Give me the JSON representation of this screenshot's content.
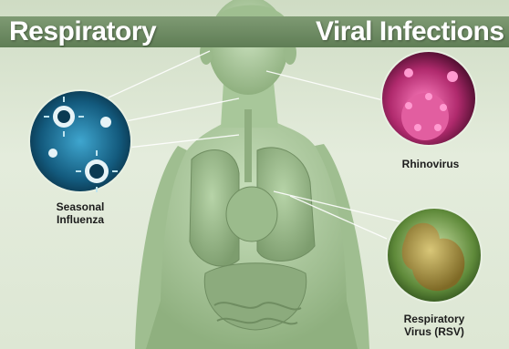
{
  "title": {
    "left": "Respiratory",
    "right": "Viral Infections"
  },
  "viruses": [
    {
      "line1": "Seasonal",
      "line2": "Influenza",
      "icon": "influenza-virus-image"
    },
    {
      "line1": "Rhinovirus",
      "line2": "",
      "icon": "rhinovirus-image"
    },
    {
      "line1": "Respiratory",
      "line2": "Virus (RSV)",
      "icon": "rsv-virus-image"
    }
  ],
  "colors": {
    "banner": "#6d8a62",
    "body": "#a9c99a",
    "influenza": "#1f6f95",
    "rhinovirus": "#c4397f",
    "rsv": "#9c8a3c"
  }
}
